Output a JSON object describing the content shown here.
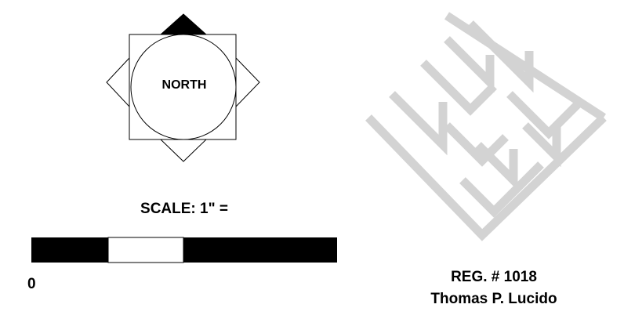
{
  "compass": {
    "label": "NORTH"
  },
  "scale": {
    "title": "SCALE: 1\" =",
    "zero_label": "0",
    "segments": [
      "black",
      "white",
      "black",
      "black"
    ]
  },
  "registration": {
    "number_line": "REG. # 1018",
    "name": "Thomas P. Lucido"
  },
  "colors": {
    "ink": "#000000",
    "watermark": "#d3d3d3"
  },
  "icons": {
    "compass": "north-compass-icon",
    "watermark": "maze-logo-watermark"
  }
}
